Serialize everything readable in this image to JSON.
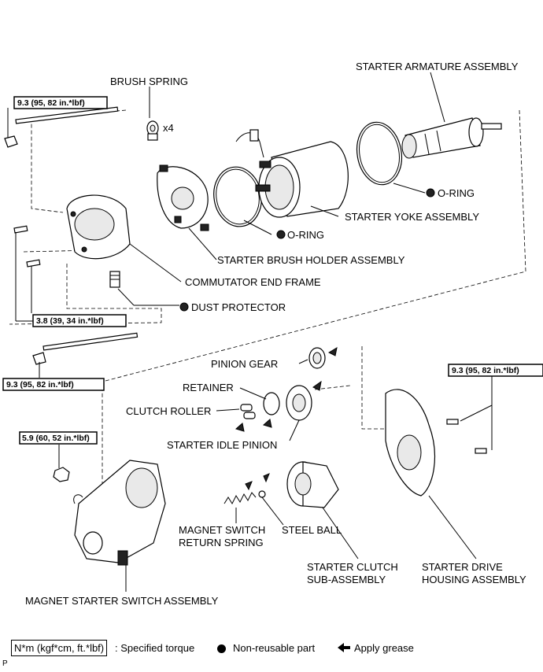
{
  "labels": {
    "brush_spring": "BRUSH SPRING",
    "brush_spring_qty": "x4",
    "starter_armature": "STARTER ARMATURE ASSEMBLY",
    "oring_1": "O-RING",
    "oring_2": "O-RING",
    "starter_yoke": "STARTER YOKE ASSEMBLY",
    "brush_holder": "STARTER BRUSH HOLDER ASSEMBLY",
    "commutator_end_frame": "COMMUTATOR END FRAME",
    "dust_protector": "DUST PROTECTOR",
    "pinion_gear": "PINION GEAR",
    "retainer": "RETAINER",
    "clutch_roller": "CLUTCH ROLLER",
    "starter_idle_pinion": "STARTER IDLE PINION",
    "magnet_return_spring_1": "MAGNET SWITCH",
    "magnet_return_spring_2": "RETURN SPRING",
    "steel_ball": "STEEL BALL",
    "starter_clutch_1": "STARTER CLUTCH",
    "starter_clutch_2": "SUB-ASSEMBLY",
    "starter_drive_housing_1": "STARTER DRIVE",
    "starter_drive_housing_2": "HOUSING ASSEMBLY",
    "magnet_starter_switch": "MAGNET STARTER SWITCH ASSEMBLY"
  },
  "torques": {
    "top_left": "9.3 (95, 82 in.*lbf)",
    "mid_left": "3.8 (39, 34 in.*lbf)",
    "lower_left": "9.3 (95, 82 in.*lbf)",
    "right": "9.3 (95, 82 in.*lbf)",
    "switch": "5.9 (60, 52 in.*lbf)"
  },
  "legend": {
    "torque_unit": "N*m (kgf*cm, ft.*lbf)",
    "torque_text": ": Specified torque",
    "non_reusable": "Non-reusable part",
    "grease": "Apply grease"
  },
  "corner_mark": "P"
}
